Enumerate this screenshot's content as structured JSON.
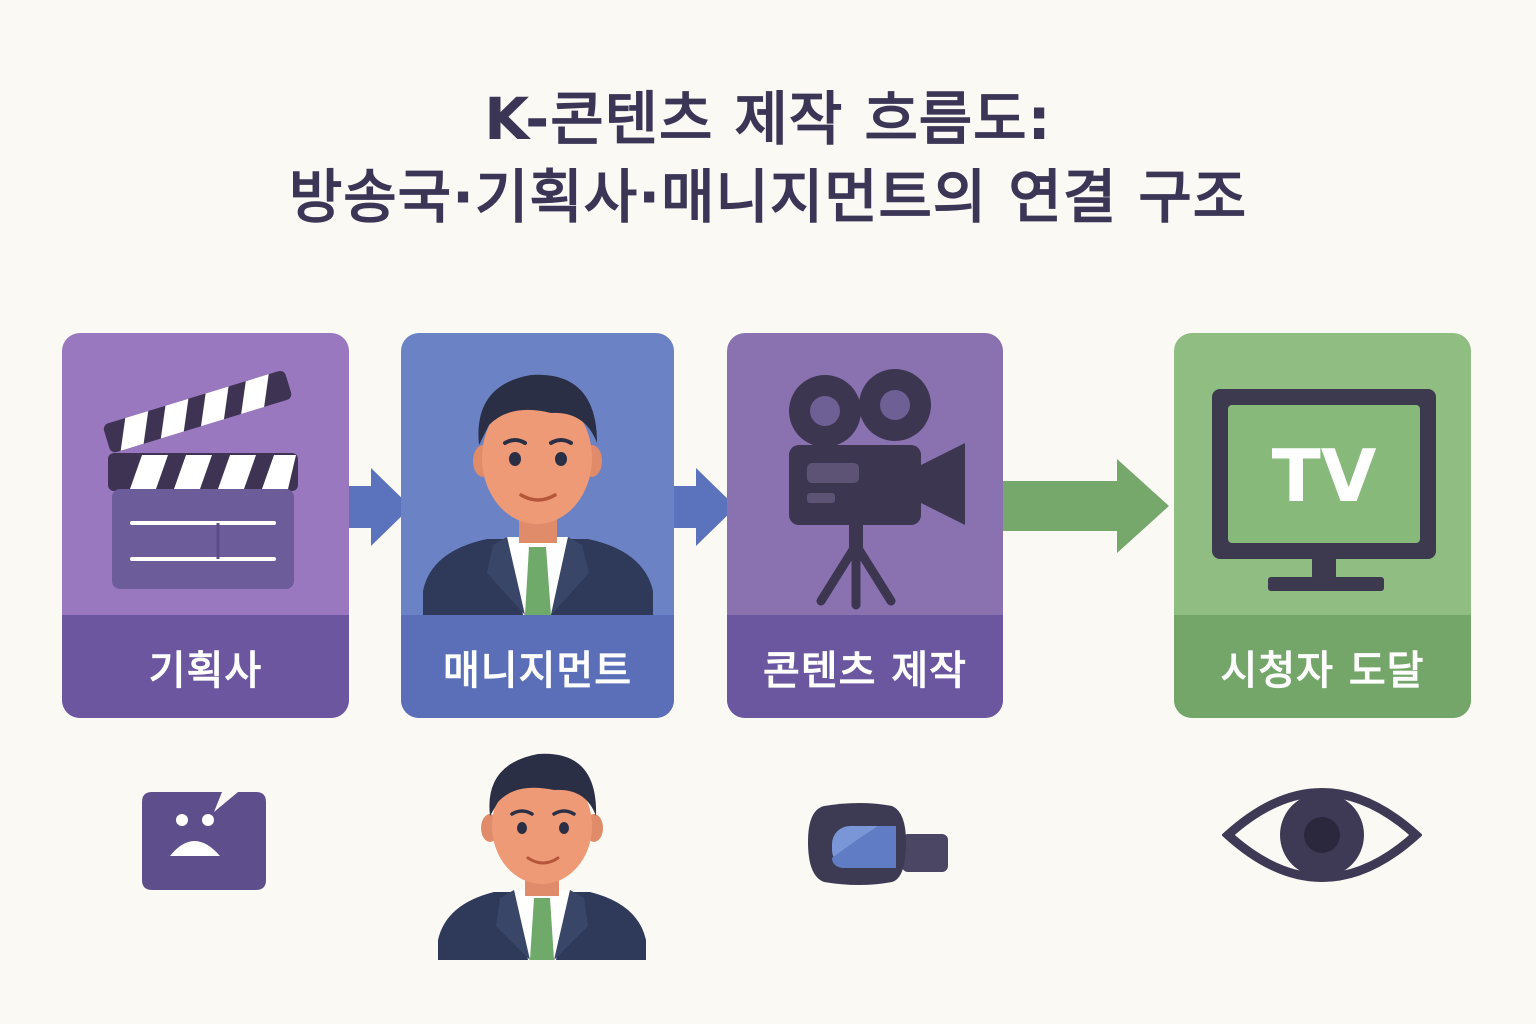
{
  "title": {
    "line1": "K-콘텐츠 제작 흐름도:",
    "line2": "방송국·기획사·매니지먼트의 연결 구조"
  },
  "cards": [
    {
      "label": "기획사",
      "icon": "clapperboard-icon",
      "color": "#9a78bf"
    },
    {
      "label": "매니지먼트",
      "icon": "manager-portrait-icon",
      "color": "#6b82c4"
    },
    {
      "label": "콘텐츠 제작",
      "icon": "film-camera-icon",
      "color": "#8a72b0"
    },
    {
      "label": "시청자 도달",
      "icon": "tv-icon",
      "color": "#8fbd82",
      "screen_text": "TV"
    }
  ],
  "bottom_icons": [
    "sad-face-speech-icon",
    "manager-avatar-icon",
    "camcorder-icon",
    "eye-icon"
  ],
  "colors": {
    "title_text": "#3b3656",
    "background": "#fbf9f4",
    "arrow_blue": "#5b73bd",
    "arrow_green": "#76a76b"
  }
}
